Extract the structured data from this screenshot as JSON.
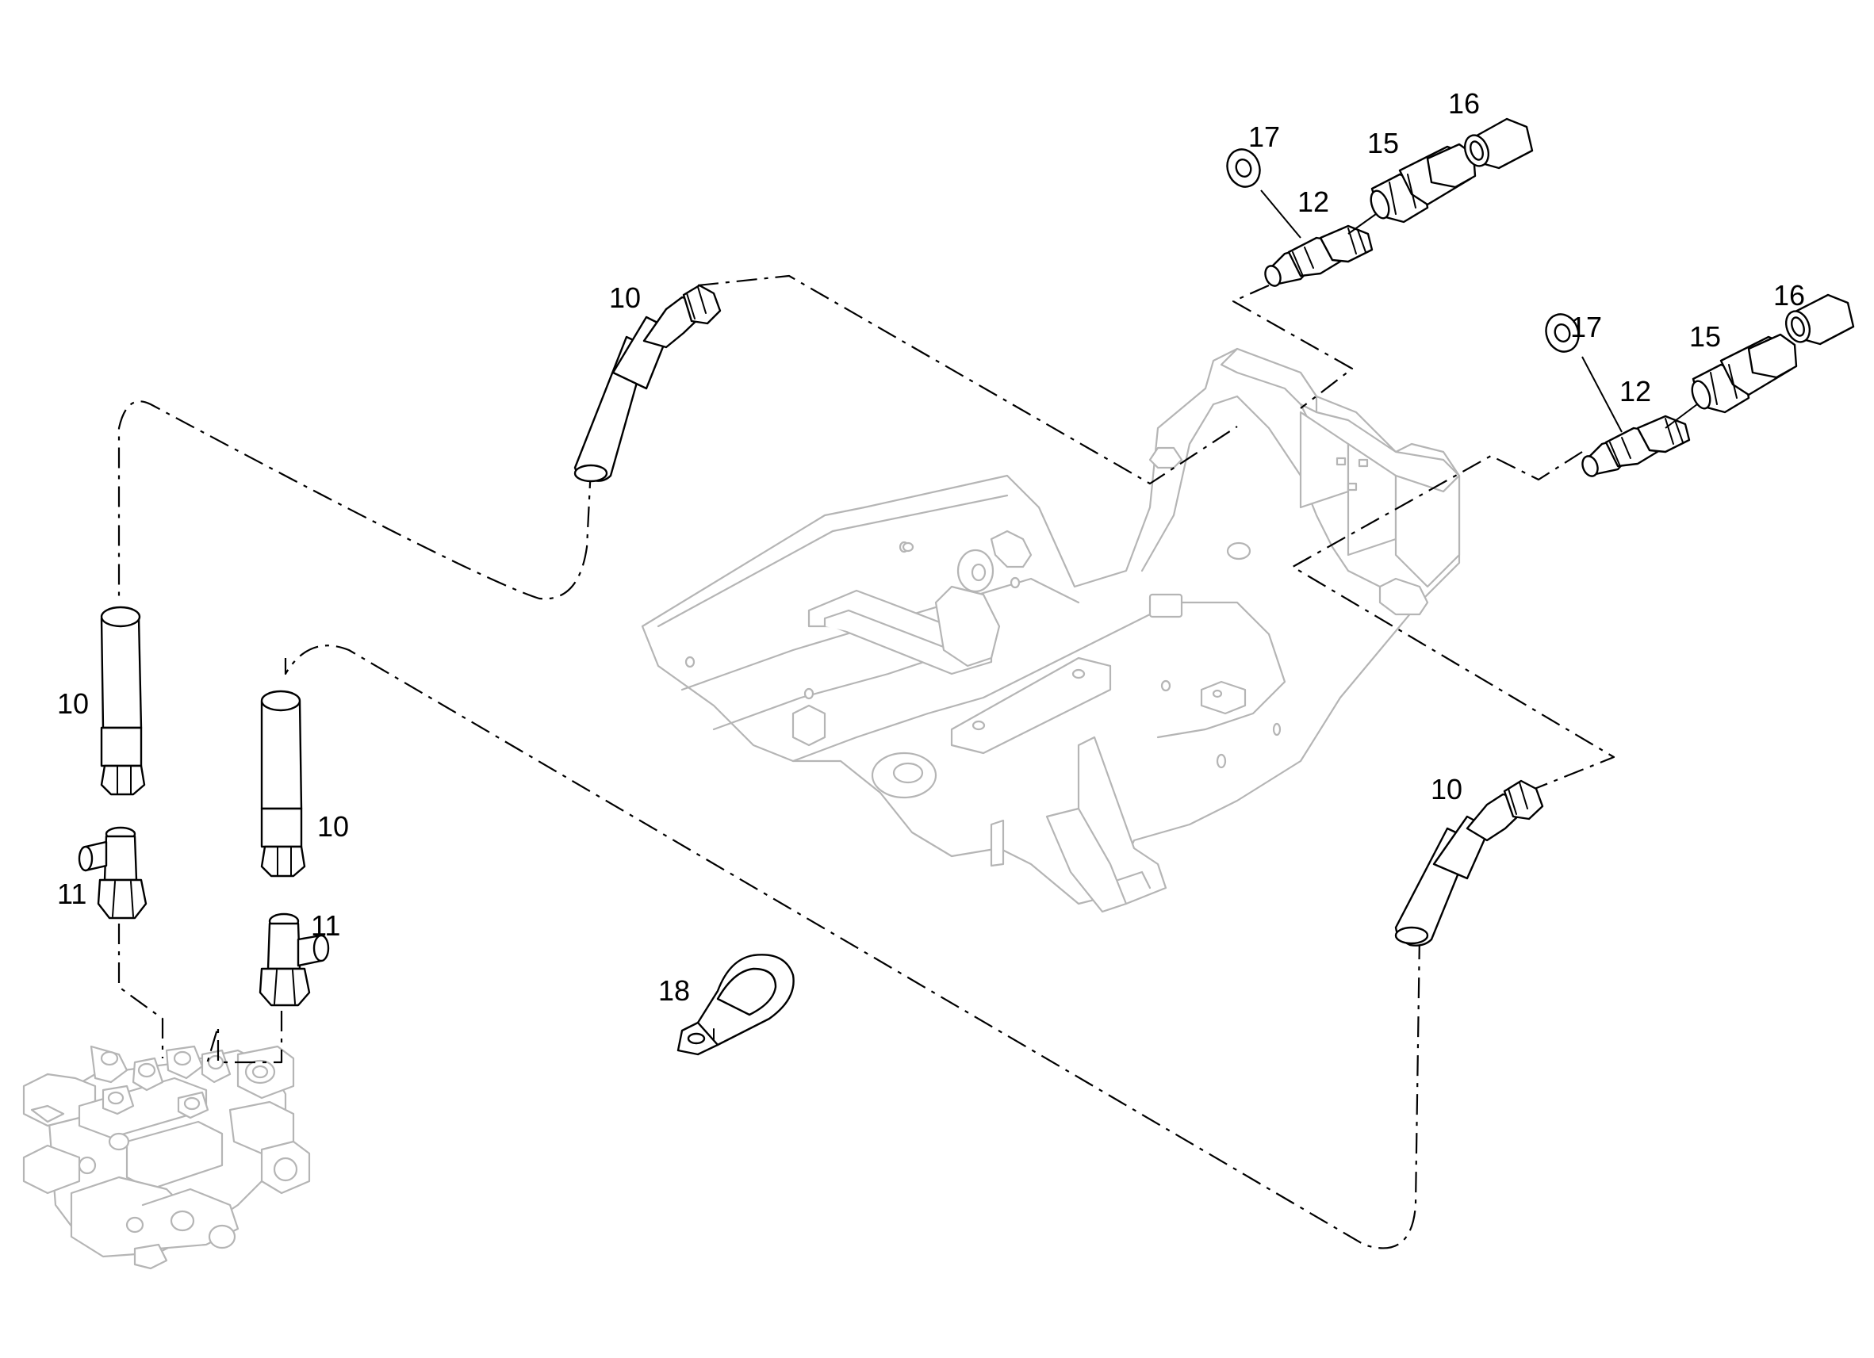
{
  "diagram": {
    "type": "exploded parts diagram",
    "callouts": [
      {
        "id": "c10a",
        "label": "10"
      },
      {
        "id": "c10b",
        "label": "10"
      },
      {
        "id": "c10c",
        "label": "10"
      },
      {
        "id": "c10d",
        "label": "10"
      },
      {
        "id": "c11a",
        "label": "11"
      },
      {
        "id": "c11b",
        "label": "11"
      },
      {
        "id": "c12a",
        "label": "12"
      },
      {
        "id": "c12b",
        "label": "12"
      },
      {
        "id": "c15a",
        "label": "15"
      },
      {
        "id": "c15b",
        "label": "15"
      },
      {
        "id": "c16a",
        "label": "16"
      },
      {
        "id": "c16b",
        "label": "16"
      },
      {
        "id": "c17a",
        "label": "17"
      },
      {
        "id": "c17b",
        "label": "17"
      },
      {
        "id": "c18",
        "label": "18"
      }
    ],
    "parts": [
      {
        "part": "10",
        "name": "hose-icon",
        "count": 4
      },
      {
        "part": "11",
        "name": "tee-fitting-icon",
        "count": 2
      },
      {
        "part": "12",
        "name": "bulkhead-adapter-icon",
        "count": 2
      },
      {
        "part": "15",
        "name": "quick-coupler-icon",
        "count": 2
      },
      {
        "part": "16",
        "name": "dust-cap-icon",
        "count": 2
      },
      {
        "part": "17",
        "name": "washer-icon",
        "count": 2
      },
      {
        "part": "18",
        "name": "hose-clamp-icon",
        "count": 1
      }
    ],
    "context": [
      "frame-assembly-icon",
      "control-valve-icon"
    ],
    "colors": {
      "parts": "#000000",
      "context": "#b5b5b5",
      "background": "#ffffff"
    }
  }
}
